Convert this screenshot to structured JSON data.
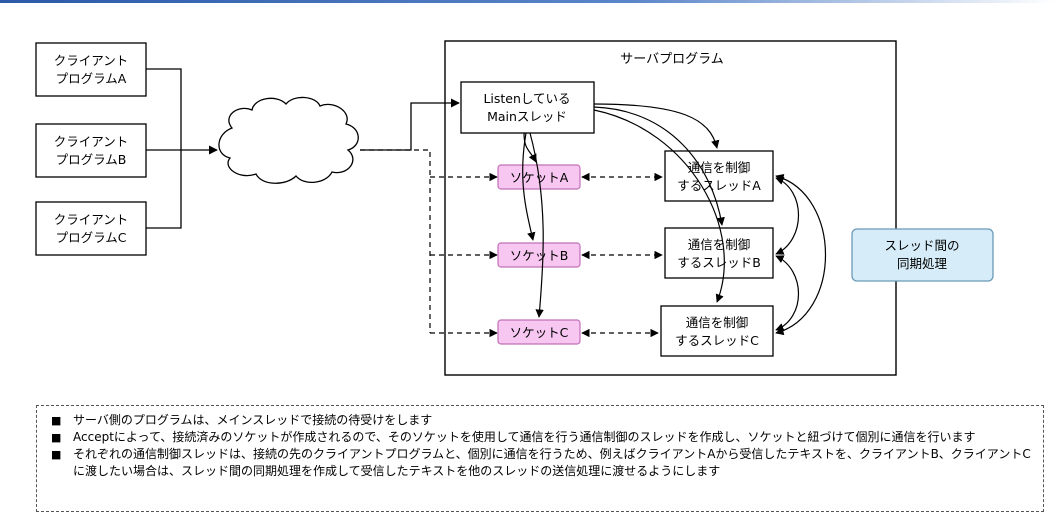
{
  "diagram": {
    "clients": [
      [
        "クライアント",
        "プログラムA"
      ],
      [
        "クライアント",
        "プログラムB"
      ],
      [
        "クライアント",
        "プログラムC"
      ]
    ],
    "server_title": "サーバプログラム",
    "main_thread": [
      "Listenしている",
      "Mainスレッド"
    ],
    "sockets": [
      "ソケットA",
      "ソケットB",
      "ソケットC"
    ],
    "comm_threads": [
      [
        "通信を制御",
        "するスレッドA"
      ],
      [
        "通信を制御",
        "するスレッドB"
      ],
      [
        "通信を制御",
        "するスレッドC"
      ]
    ],
    "sync": [
      "スレッド間の",
      "同期処理"
    ]
  },
  "notes": {
    "bullet_char": "■",
    "items": [
      "サーバ側のプログラムは、メインスレッドで接続の待受けをします",
      "Acceptによって、接続済みのソケットが作成されるので、そのソケットを使用して通信を行う通信制御のスレッドを作成し、ソケットと紐づけて個別に通信を行います",
      "それぞれの通信制御スレッドは、接続の先のクライアントプログラムと、個別に通信を行うため、例えばクライアントAから受信したテキストを、クライアントB、クライアントCに渡したい場合は、スレッド間の同期処理を作成して受信したテキストを他のスレッドの送信処理に渡せるようにします"
    ]
  },
  "colors": {
    "socket_fill": "#f7c6f1",
    "socket_stroke": "#c070b8",
    "sync_fill": "#d6ecf8",
    "sync_stroke": "#6a9ab8",
    "line": "#000000",
    "top_bar": "#2a5aa8"
  }
}
